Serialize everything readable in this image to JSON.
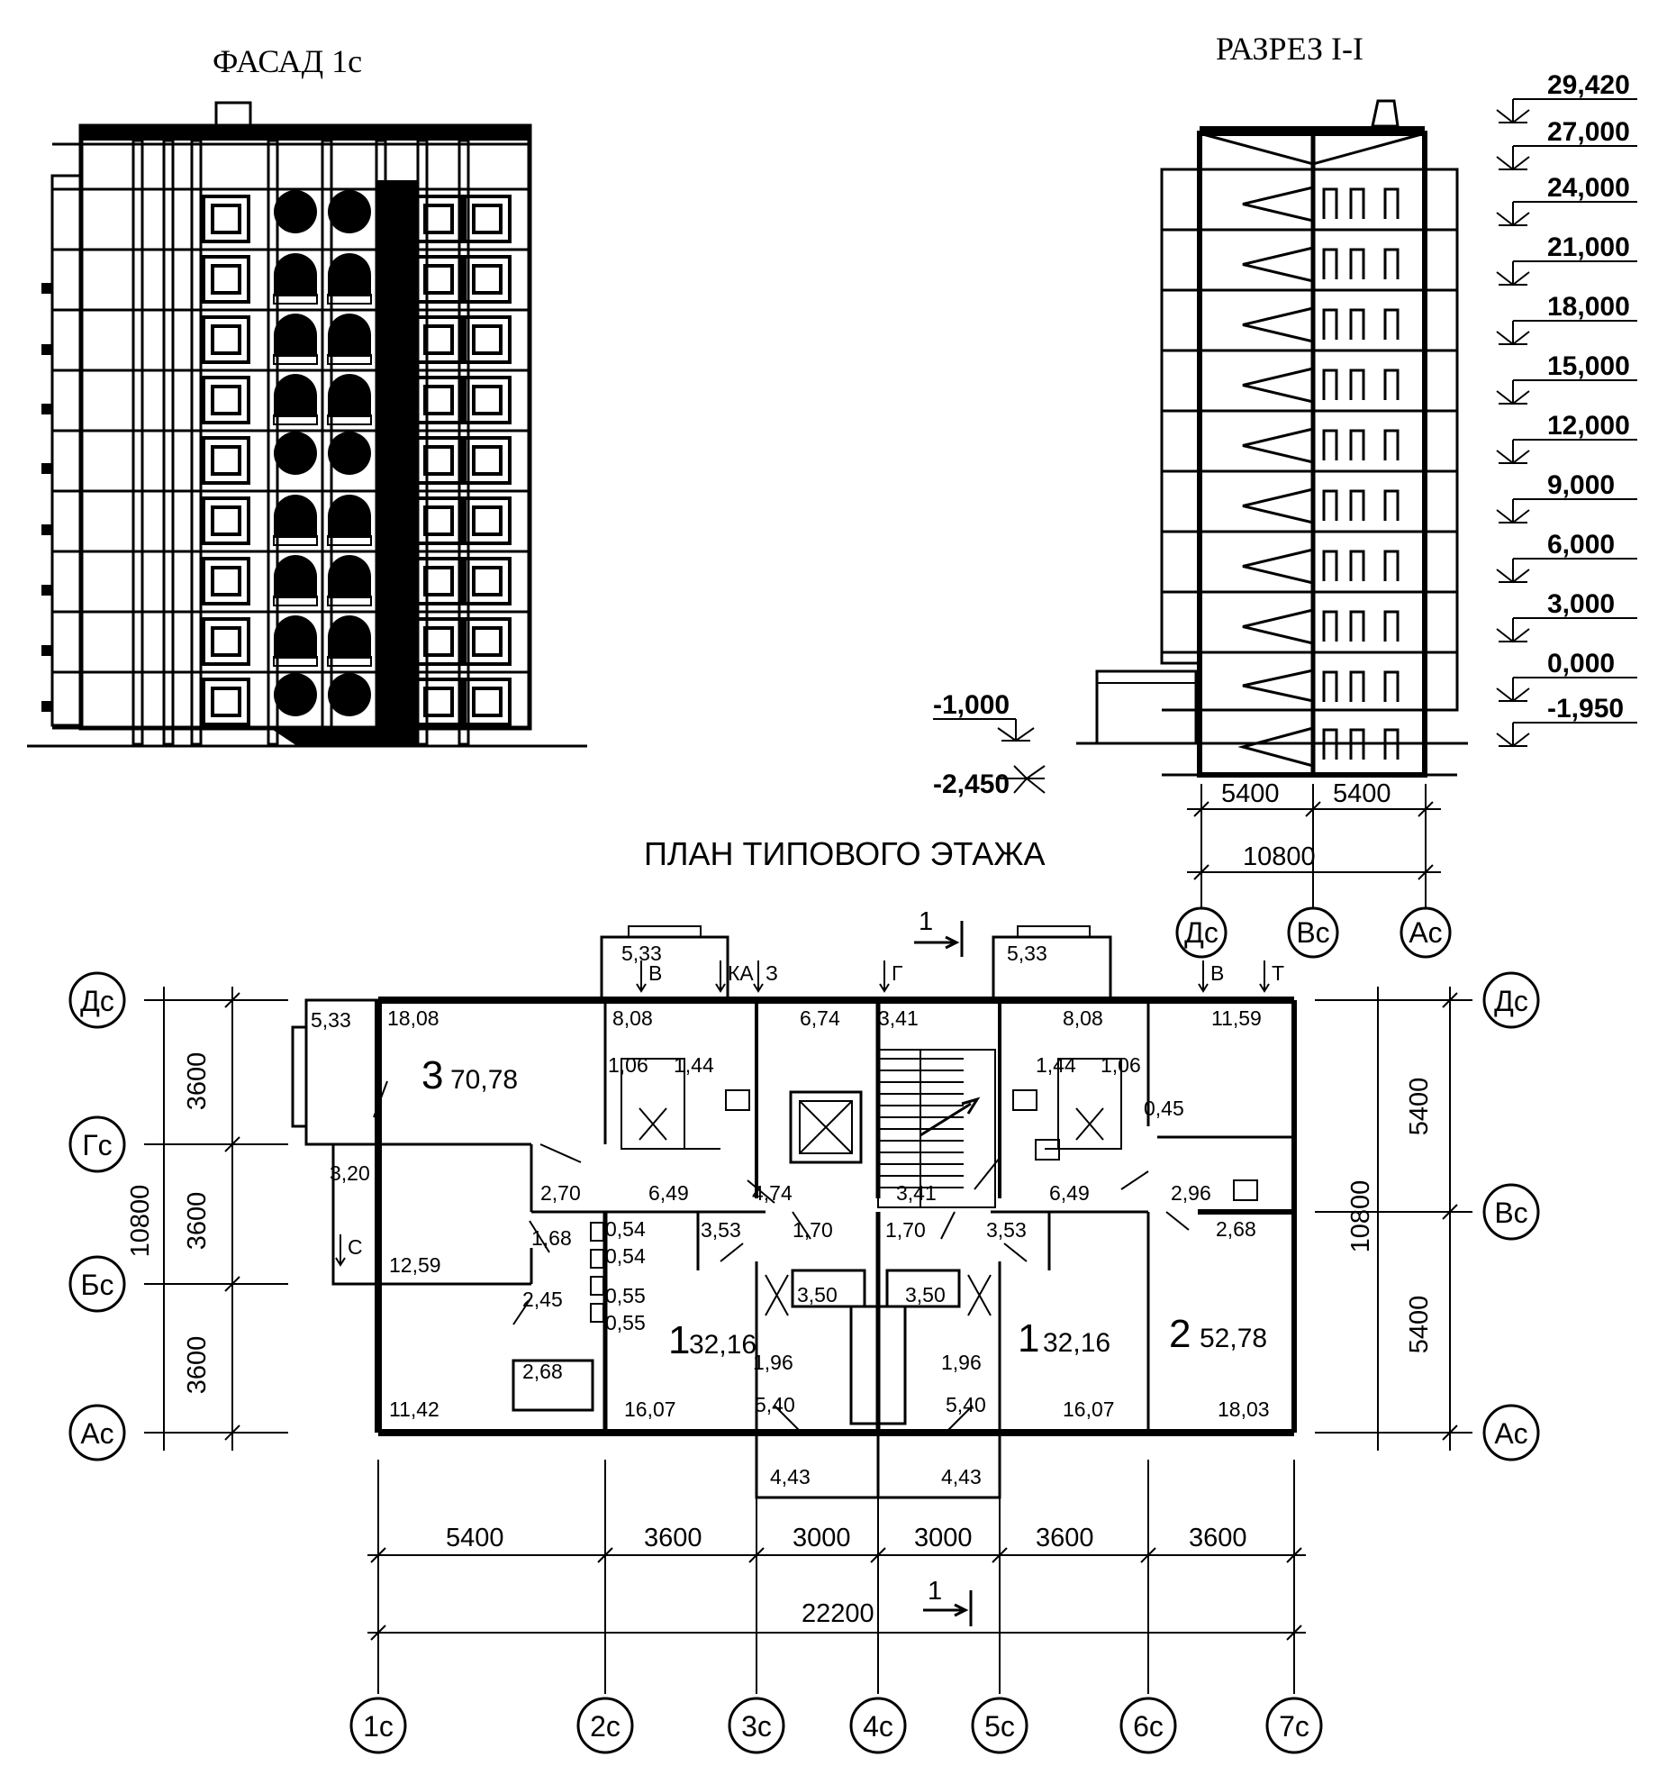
{
  "titles": {
    "facade": "ФАСАД 1с",
    "section": "РАЗРЕЗ  I-I",
    "plan": "ПЛАН ТИПОВОГО ЭТАЖА"
  },
  "section": {
    "levels": [
      "29,420",
      "27,000",
      "24,000",
      "21,000",
      "18,000",
      "15,000",
      "12,000",
      "9,000",
      "6,000",
      "3,000",
      "0,000",
      "-1,950"
    ],
    "left_levels": [
      "-1,000",
      "-2,450"
    ],
    "dims": {
      "left": "5400",
      "right": "5400",
      "total": "10800"
    },
    "axes": [
      "Дс",
      "Вс",
      "Ас"
    ]
  },
  "plan": {
    "section_mark": "1",
    "bottom_dims": [
      "5400",
      "3600",
      "3000",
      "3000",
      "3600",
      "3600"
    ],
    "bottom_total": "22200",
    "bottom_axes": [
      "1с",
      "2с",
      "3с",
      "4с",
      "5с",
      "6с",
      "7с"
    ],
    "left_axes": [
      "Дс",
      "Гс",
      "Бс",
      "Ас"
    ],
    "left_dims": [
      "3600",
      "3600",
      "3600"
    ],
    "left_total": "10800",
    "right_axes": [
      "Дс",
      "Вс",
      "Ас"
    ],
    "right_dims": [
      "5400",
      "5400"
    ],
    "right_total": "10800",
    "apartments": [
      {
        "number": "3",
        "area": "70,78"
      },
      {
        "number": "1",
        "area": "32,16"
      },
      {
        "number": "1",
        "area": "32,16"
      },
      {
        "number": "2",
        "area": "52,78"
      }
    ],
    "rooms": [
      "5,33",
      "18,08",
      "8,08",
      "6,74",
      "3,41",
      "5,33",
      "8,08",
      "11,59",
      "5,33",
      "1,06",
      "1,44",
      "1,44",
      "1,06",
      "0,45",
      "3,20",
      "2,70",
      "6,49",
      "4,74",
      "3,41",
      "6,49",
      "2,96",
      "1,68",
      "0,54",
      "3,53",
      "1,70",
      "1,70",
      "3,53",
      "2,68",
      "12,59",
      "0,54",
      "2,45",
      "0,55",
      "3,50",
      "3,50",
      "0,55",
      "1,96",
      "1,96",
      "2,68",
      "11,42",
      "16,07",
      "5,40",
      "5,40",
      "16,07",
      "18,03",
      "4,43",
      "4,43"
    ],
    "markers": [
      "В",
      "КА",
      "З",
      "Г",
      "В",
      "Т",
      "С"
    ]
  }
}
